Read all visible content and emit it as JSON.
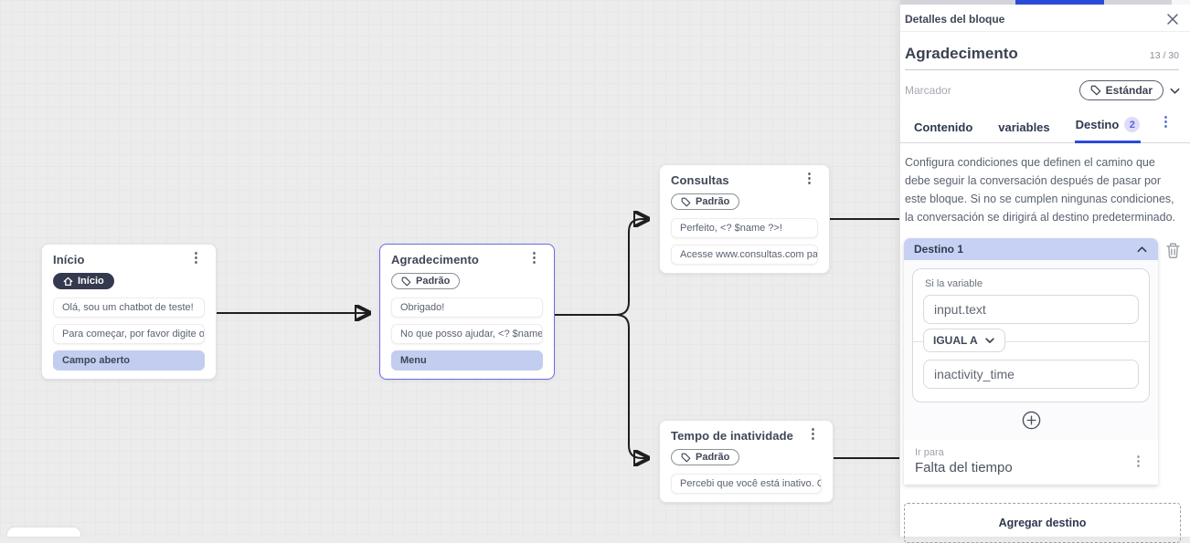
{
  "colors": {
    "accent_blue": "#2b4bd7",
    "selection_purple": "#6b6ce8",
    "highlight_row": "#c3cdf0",
    "destino_header_bg": "#c7d1f3",
    "dark_badge_bg": "#343a4e",
    "tab_badge_bg": "#dddcfa",
    "tab_badge_text": "#5b5fd8"
  },
  "canvas": {
    "nodes": [
      {
        "title": "Início",
        "badge": "Início",
        "items": [
          {
            "text": "Olá, sou um chatbot de teste!"
          },
          {
            "text": "Para começar, por favor digite o ..."
          },
          {
            "text": "Campo aberto"
          }
        ]
      },
      {
        "title": "Agradecimento",
        "badge": "Padrão",
        "items": [
          {
            "text": "Obrigado!"
          },
          {
            "text": "No que posso ajudar, <? $name ..."
          },
          {
            "text": "Menu"
          }
        ]
      },
      {
        "title": "Consultas",
        "badge": "Padrão",
        "items": [
          {
            "text": "Perfeito, <? $name ?>!"
          },
          {
            "text": "Acesse www.consultas.com par..."
          }
        ]
      },
      {
        "title": "Tempo de inatividade",
        "badge": "Padrão",
        "items": [
          {
            "text": "Percebi que você está inativo. C..."
          }
        ]
      }
    ]
  },
  "panel": {
    "header_title": "Detalles del bloque",
    "block_title": "Agradecimento",
    "counter": "13 / 30",
    "marker_label": "Marcador",
    "marker_value": "Estándar",
    "tabs": [
      {
        "label": "Contenido"
      },
      {
        "label": "variables"
      },
      {
        "label": "Destino",
        "badge": "2"
      }
    ],
    "description": "Configura condiciones que definen el camino que debe seguir la conversación después de pasar por este bloque. Si no se cumplen ningunas condiciones, la conversación se dirigirá al destino predeterminado.",
    "destination": {
      "title": "Destino 1",
      "condition_label": "Si la variable",
      "variable_value": "input.text",
      "operator_value": "IGUAL A",
      "compare_value": "inactivity_time",
      "goto_label": "Ir para",
      "goto_value": "Falta del tiempo"
    },
    "add_destination_label": "Agregar destino"
  }
}
